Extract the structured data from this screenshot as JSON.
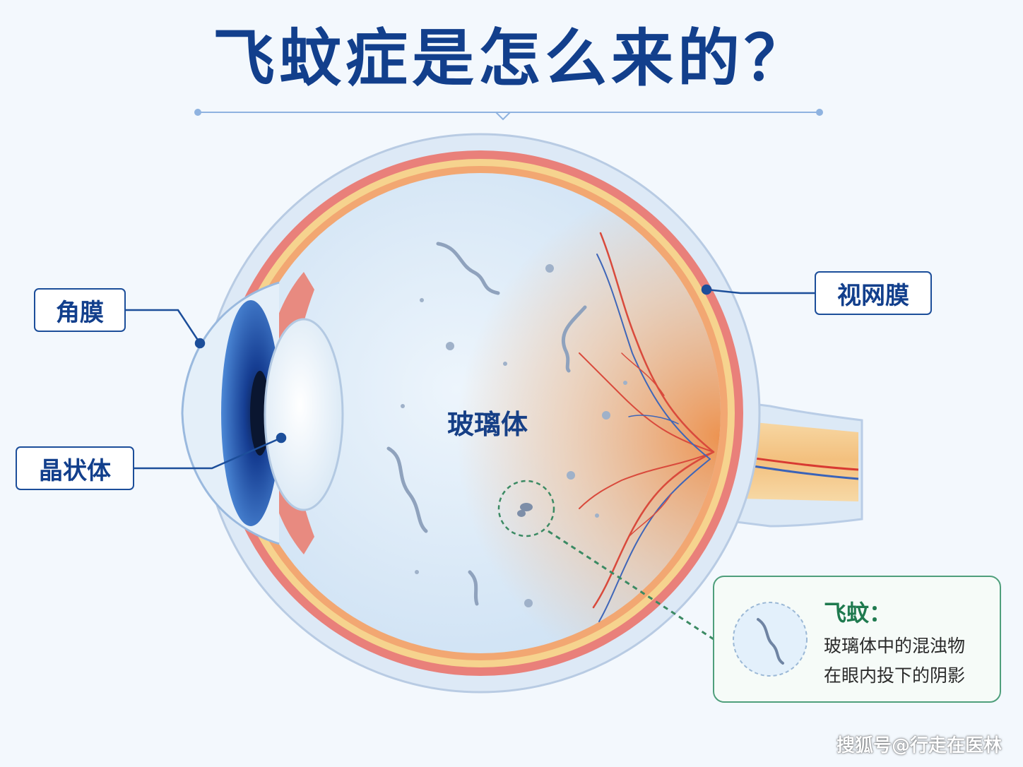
{
  "title": "飞蚊症是怎么来的？",
  "labels": {
    "cornea": "角膜",
    "lens": "晶状体",
    "retina": "视网膜",
    "vitreous": "玻璃体"
  },
  "callout": {
    "title": "飞蚊：",
    "line1": "玻璃体中的混浊物",
    "line2": "在眼内投下的阴影"
  },
  "watermark": "搜狐号@行走在医林",
  "colors": {
    "title": "#123f8c",
    "label_border": "#1c4e9a",
    "vitreous": "#dcebf8",
    "retina": "#f0a35c",
    "sclera": "#e7796b",
    "callout_green": "#4f9f7c"
  }
}
